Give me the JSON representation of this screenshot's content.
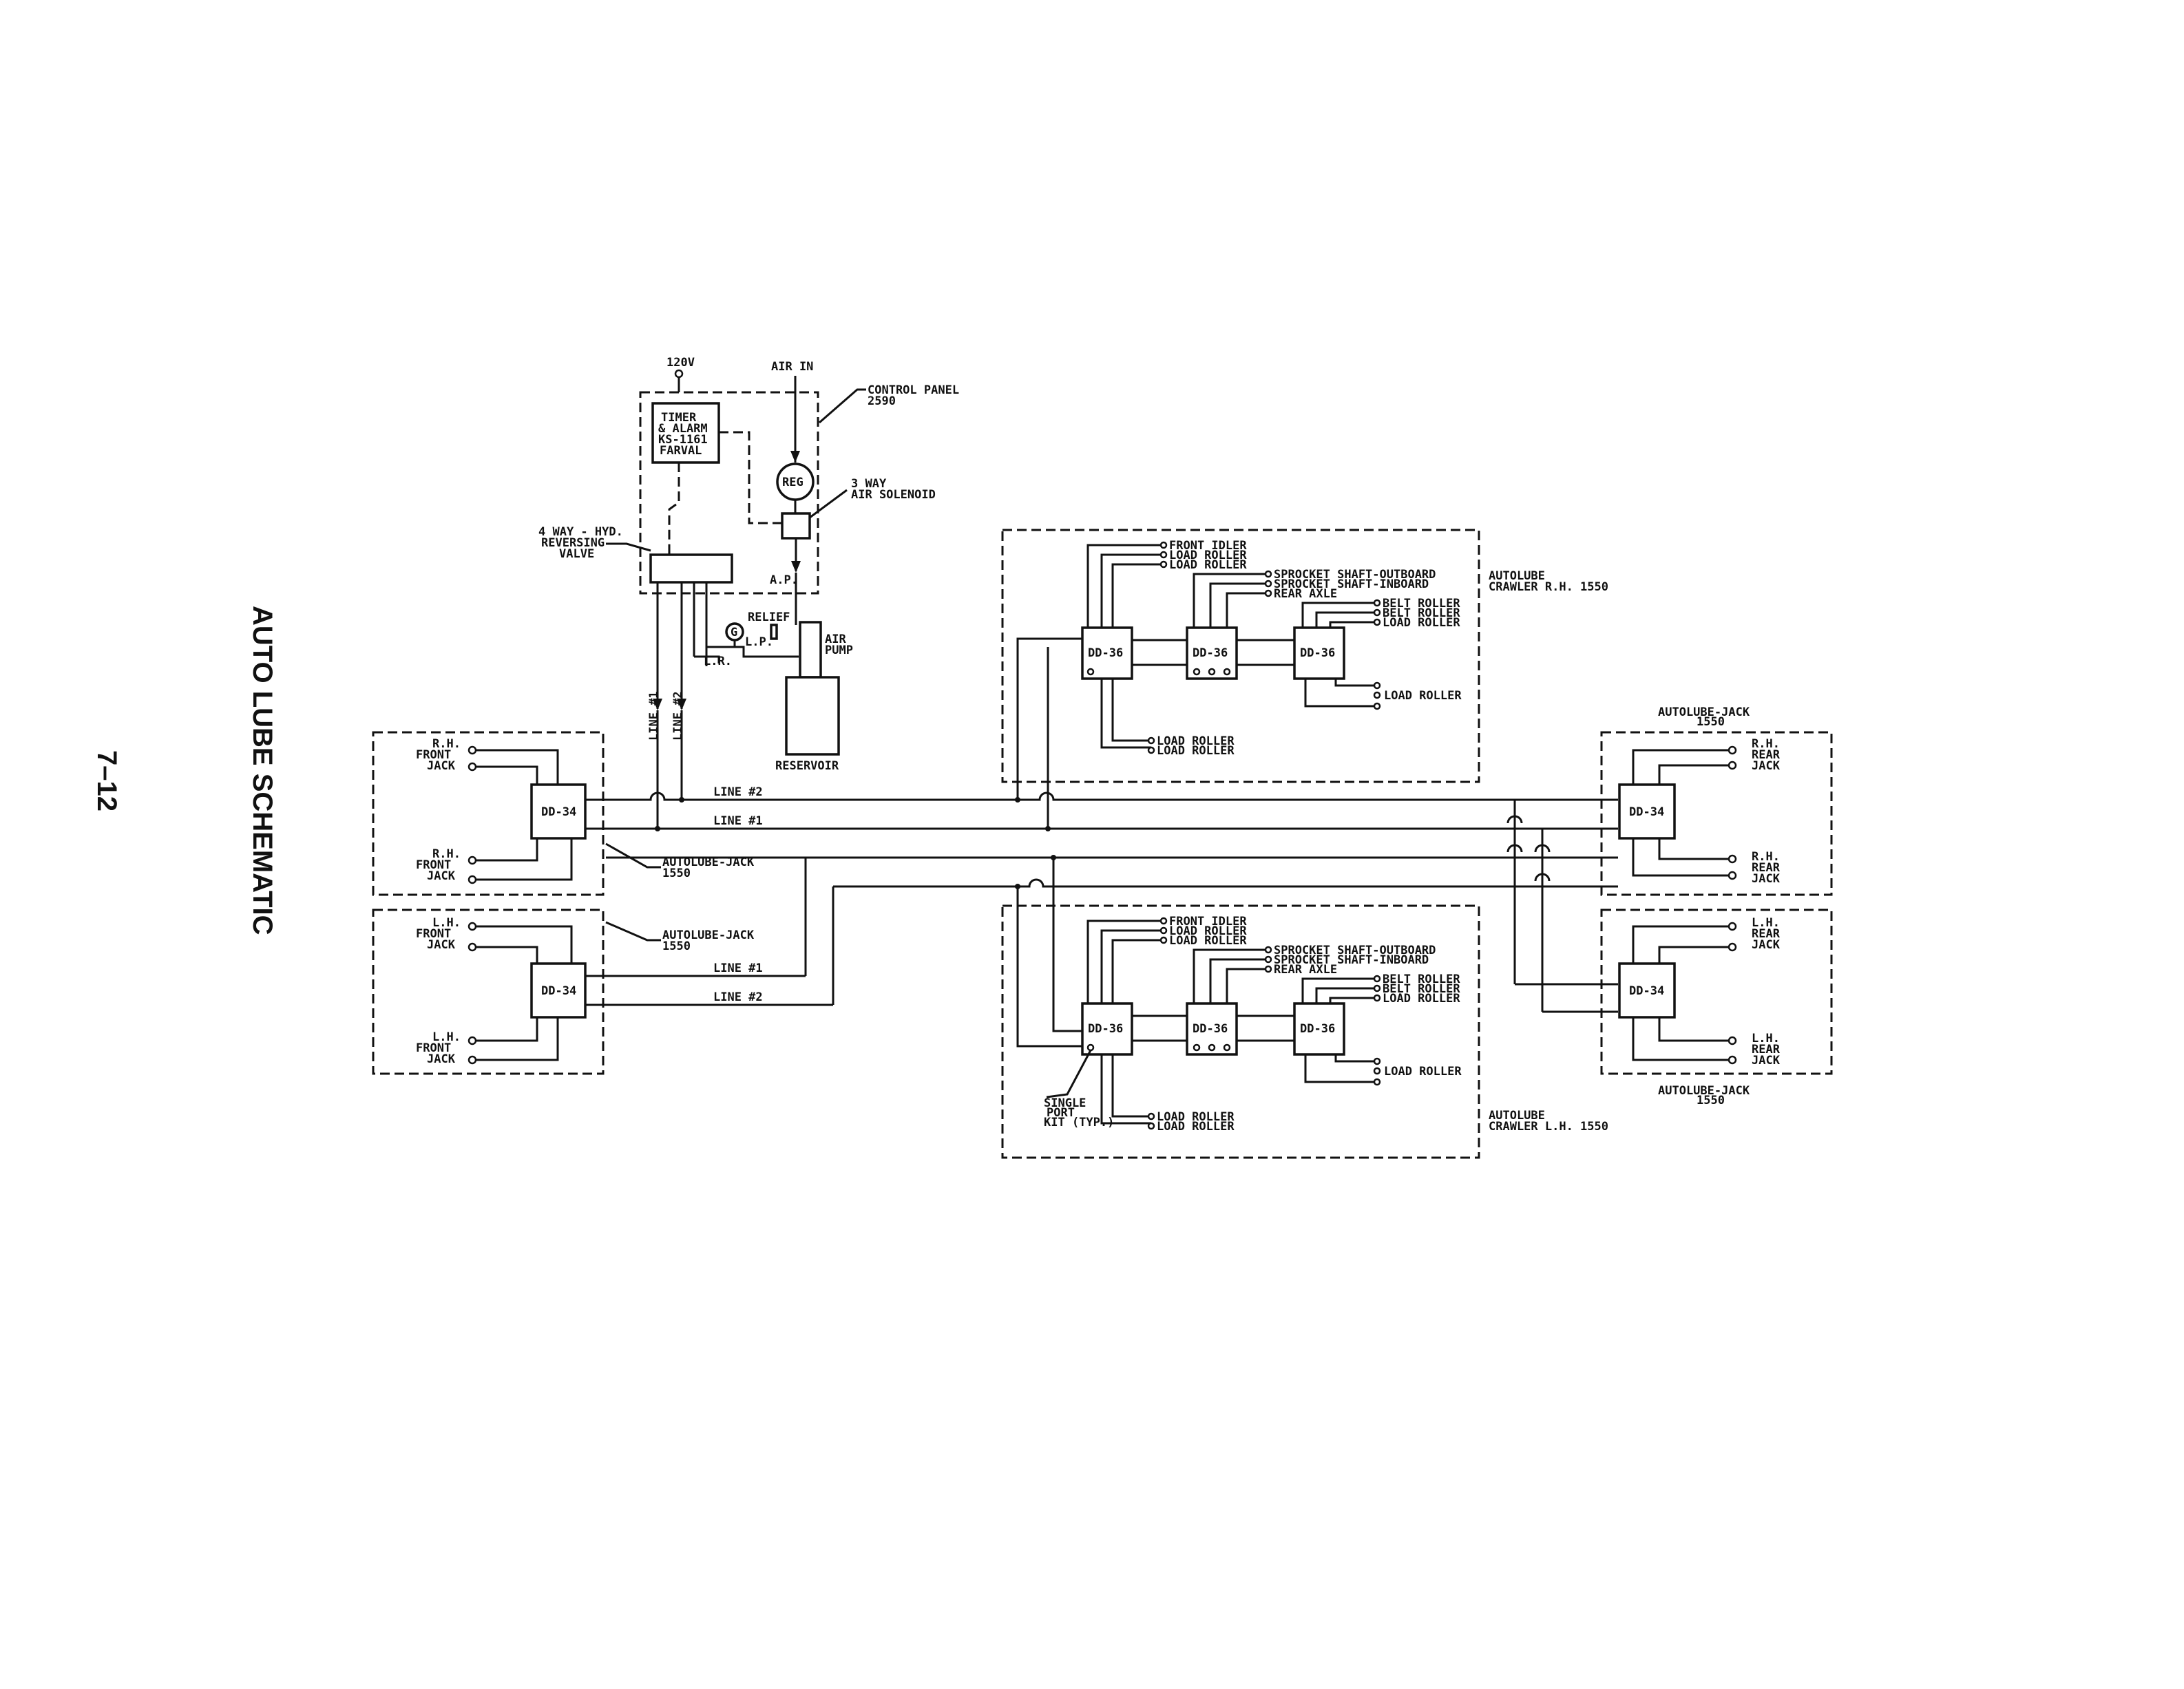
{
  "page": {
    "side_title": "AUTO LUBE SCHEMATIC",
    "page_number": "7–12"
  },
  "control_panel": {
    "supply": "120V",
    "air_in": "AIR IN",
    "panel_label": [
      "CONTROL PANEL",
      "2590"
    ],
    "timer_label": [
      "TIMER",
      "& ALARM",
      "KS-1161",
      "FARVAL"
    ],
    "reg": "REG",
    "solenoid_label": [
      "3 WAY",
      "AIR SOLENOID"
    ],
    "valve_label": [
      "4 WAY - HYD.",
      "REVERSING",
      "VALVE"
    ],
    "ap": "A.P.",
    "relief": "RELIEF",
    "gauge": "G",
    "lp": "L.P.",
    "lr": "L.R.",
    "air_pump": [
      "AIR",
      "PUMP"
    ],
    "reservoir": "RESERVOIR",
    "line1_vertical": "LINE #1",
    "line2_vertical": "LINE #2"
  },
  "lines": {
    "line2": "LINE #2",
    "line1": "LINE #1",
    "line1_lower": "LINE #1",
    "line2_lower": "LINE #2"
  },
  "jacks": {
    "lh_module_label": [
      "AUTOLUBE-JACK",
      "1550"
    ],
    "lh_module_label2": [
      "AUTOLUBE-JACK",
      "1550"
    ],
    "rh_front_top": [
      "R.H.",
      "FRONT",
      "JACK"
    ],
    "rh_front_bottom": [
      "R.H.",
      "FRONT",
      "JACK"
    ],
    "lh_front_top": [
      "L.H.",
      "FRONT",
      "JACK"
    ],
    "lh_front_bottom": [
      "L.H.",
      "FRONT",
      "JACK"
    ],
    "rear_module_label_top": [
      "AUTOLUBE-JACK",
      "1550"
    ],
    "rear_module_label_bottom": [
      "AUTOLUBE-JACK",
      "1550"
    ],
    "rh_rear_top": [
      "R.H.",
      "REAR",
      "JACK"
    ],
    "rh_rear_bottom": [
      "R.H.",
      "REAR",
      "JACK"
    ],
    "lh_rear_top": [
      "L.H.",
      "REAR",
      "JACK"
    ],
    "lh_rear_bottom": [
      "L.H.",
      "REAR",
      "JACK"
    ],
    "valve_dd34": "DD-34"
  },
  "crawler_rh": {
    "title": [
      "AUTOLUBE",
      "CRAWLER R.H. 1550"
    ],
    "valve_dd36": "DD-36",
    "group1": [
      "FRONT IDLER",
      "LOAD ROLLER",
      "LOAD ROLLER"
    ],
    "group2": [
      "SPROCKET SHAFT-OUTBOARD",
      "SPROCKET SHAFT-INBOARD",
      "REAR AXLE"
    ],
    "group3": [
      "BELT ROLLER",
      "BELT ROLLER",
      "LOAD ROLLER"
    ],
    "right_out": "LOAD ROLLER",
    "bottom_out": [
      "LOAD ROLLER",
      "LOAD ROLLER"
    ]
  },
  "crawler_lh": {
    "title": [
      "AUTOLUBE",
      "CRAWLER L.H. 1550"
    ],
    "valve_dd36": "DD-36",
    "group1": [
      "FRONT IDLER",
      "LOAD ROLLER",
      "LOAD ROLLER"
    ],
    "group2": [
      "SPROCKET SHAFT-OUTBOARD",
      "SPROCKET SHAFT-INBOARD",
      "REAR AXLE"
    ],
    "group3": [
      "BELT ROLLER",
      "BELT ROLLER",
      "LOAD ROLLER"
    ],
    "right_out": "LOAD ROLLER",
    "bottom_out": [
      "LOAD ROLLER",
      "LOAD ROLLER"
    ],
    "single_port": [
      "SINGLE",
      "PORT",
      "KIT (TYP.)"
    ]
  }
}
